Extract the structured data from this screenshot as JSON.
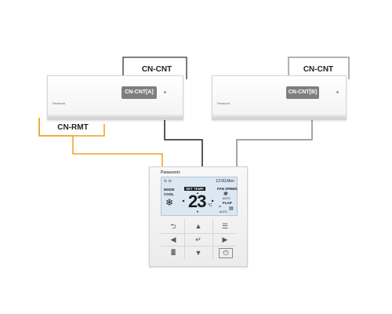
{
  "labels": {
    "cn_cnt_left": "CN-CNT",
    "cn_cnt_right": "CN-CNT",
    "cn_rmt": "CN-RMT"
  },
  "indoor_units": [
    {
      "brand": "Panasonic",
      "connector_tag": "CN-CNT[A]"
    },
    {
      "brand": "Panasonic",
      "connector_tag": "CN-CNT[B]"
    }
  ],
  "remote": {
    "brand": "Panasonic",
    "lcd": {
      "icons": "↻ ⊙",
      "clock": "12:00,Mon",
      "mode_label": "MODE",
      "mode_value": "COOL",
      "set_temp_label": "SET TEMP.",
      "temperature": "23",
      "temp_unit": "°C",
      "fan_speed_label": "FAN SPEED",
      "fan_mode": "AUTO",
      "flap_label": "FLAP",
      "flap_mode": "AUTO"
    },
    "buttons": {
      "back": "⮌",
      "up": "▲",
      "menu": "☰",
      "left": "◀",
      "enter": "↵",
      "right": "▶",
      "keypad": "▓",
      "down": "▼",
      "power": "⏻"
    }
  },
  "colors": {
    "cn_rmt_wire": "#f0a020",
    "cn_cnt_a_wire": "#222222",
    "cn_cnt_b_wire": "#888888",
    "connector_tag": "#7e7e7e"
  }
}
